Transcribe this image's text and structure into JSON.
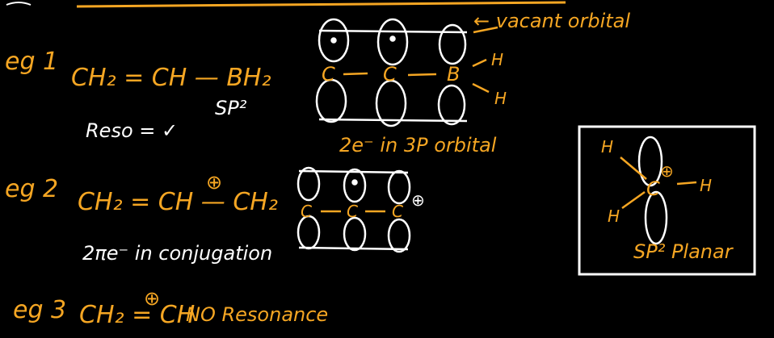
{
  "colors": {
    "background": "#000000",
    "ink_orange": "#f5a623",
    "ink_white": "#ffffff"
  },
  "eg1": {
    "label": "eg 1",
    "formula": "CH₂ = CH — BH₂",
    "hybrid": "SP²",
    "reso": "Reso = ✓",
    "atoms": [
      "C",
      "C",
      "B"
    ],
    "b_h_labels": [
      "H",
      "H"
    ],
    "vacant_note": "← vacant orbital",
    "electrons_note": "2e⁻ in 3P orbital"
  },
  "eg2": {
    "label": "eg 2",
    "formula": "CH₂ = CH — CH₂",
    "charge": "⊕",
    "note": "2πe⁻ in conjugation",
    "atoms": [
      "C",
      "C",
      "C"
    ],
    "orbital_charge": "⊕"
  },
  "eg3": {
    "label": "eg 3",
    "formula": "CH₂ = CH",
    "charge": "⊕",
    "note": "NO Resonance"
  },
  "boxed": {
    "center_atom": "C",
    "charge": "⊕",
    "h_labels": [
      "H",
      "H",
      "H"
    ],
    "caption": "SP² Planar"
  }
}
